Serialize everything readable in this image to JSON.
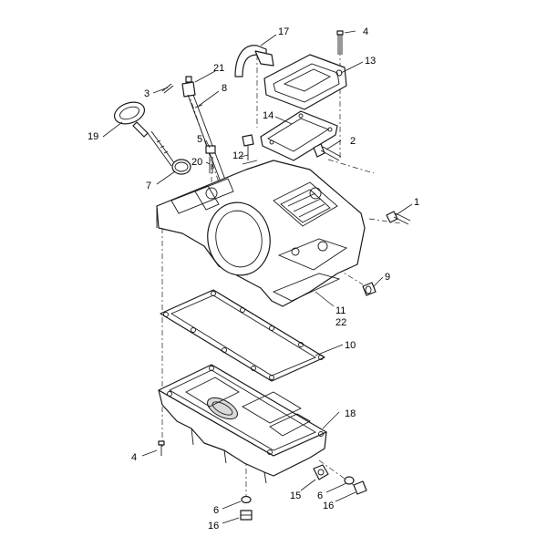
{
  "callouts": {
    "c1": "1",
    "c2": "2",
    "c3": "3",
    "c4_top": "4",
    "c4_bottom": "4",
    "c5": "5",
    "c6_left": "6",
    "c6_right": "6",
    "c7": "7",
    "c8": "8",
    "c9": "9",
    "c10": "10",
    "c11": "11",
    "c12": "12",
    "c13": "13",
    "c14": "14",
    "c15": "15",
    "c16_left": "16",
    "c16_right": "16",
    "c17": "17",
    "c18": "18",
    "c19": "19",
    "c20": "20",
    "c21": "21",
    "c22": "22"
  },
  "colors": {
    "line": "#1a1a1a",
    "background": "#ffffff",
    "shade": "#d9d9d9"
  }
}
